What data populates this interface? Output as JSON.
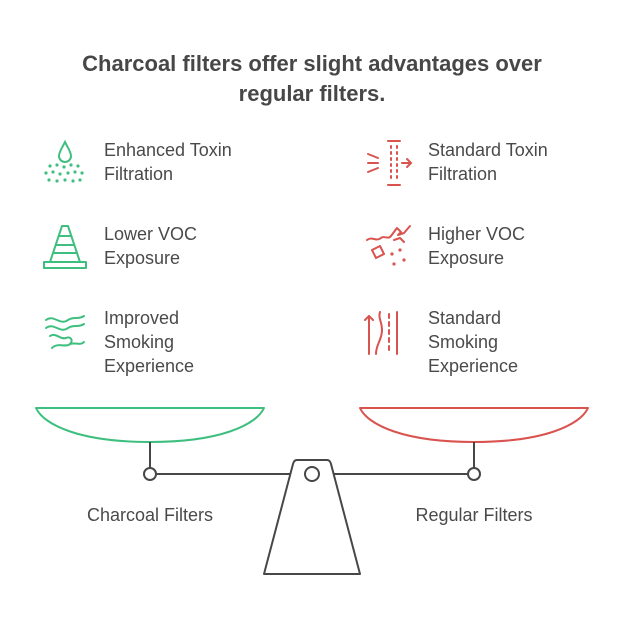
{
  "title": {
    "line1": "Charcoal filters offer slight advantages over",
    "line2": "regular filters."
  },
  "colors": {
    "green": "#3fbf7f",
    "red": "#d9534f",
    "dark": "#474747"
  },
  "left": {
    "pan_label": "Charcoal Filters",
    "items": [
      {
        "icon": "droplet-spray-icon",
        "lines": [
          "Enhanced Toxin",
          "Filtration"
        ]
      },
      {
        "icon": "traffic-cone-icon",
        "lines": [
          "Lower VOC",
          "Exposure"
        ]
      },
      {
        "icon": "smoke-wave-icon",
        "lines": [
          "Improved",
          "Smoking",
          "Experience"
        ]
      }
    ]
  },
  "right": {
    "pan_label": "Regular Filters",
    "items": [
      {
        "icon": "filter-barrier-icon",
        "lines": [
          "Standard Toxin",
          "Filtration"
        ]
      },
      {
        "icon": "broken-shards-icon",
        "lines": [
          "Higher VOC",
          "Exposure"
        ]
      },
      {
        "icon": "road-arrows-icon",
        "lines": [
          "Standard",
          "Smoking",
          "Experience"
        ]
      }
    ]
  }
}
